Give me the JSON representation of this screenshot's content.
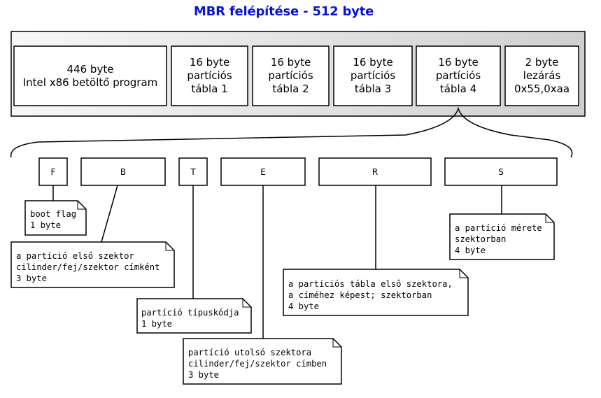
{
  "title": "MBR felépítése - 512 byte",
  "segments": [
    {
      "id": "boot",
      "text": "446 byte\nIntel x86 betöltő program"
    },
    {
      "id": "pt1",
      "text": "16 byte\npartíciós\ntábla 1"
    },
    {
      "id": "pt2",
      "text": "16 byte\npartíciós\ntábla 2"
    },
    {
      "id": "pt3",
      "text": "16 byte\npartíciós\ntábla 3"
    },
    {
      "id": "pt4",
      "text": "16 byte\npartíciós\ntábla 4"
    },
    {
      "id": "sig",
      "text": "2 byte\nlezárás\n0x55,0xaa"
    }
  ],
  "fields": [
    {
      "id": "f",
      "label": "F"
    },
    {
      "id": "b",
      "label": "B"
    },
    {
      "id": "t",
      "label": "T"
    },
    {
      "id": "e",
      "label": "E"
    },
    {
      "id": "r",
      "label": "R"
    },
    {
      "id": "s",
      "label": "S"
    }
  ],
  "notes": [
    {
      "field": "f",
      "text": "boot flag\n1 byte"
    },
    {
      "field": "b",
      "text": "a partíció első szektor\ncilinder/fej/szektor címként\n3 byte"
    },
    {
      "field": "t",
      "text": "partíció típuskódja\n1 byte"
    },
    {
      "field": "e",
      "text": "partíció utolsó szektora\ncilinder/fej/szektor címben\n3 byte"
    },
    {
      "field": "r",
      "text": "a partíciós tábla első szektora,\na címéhez képest; szektorban\n4 byte"
    },
    {
      "field": "s",
      "text": "a partíció mérete\nszektorban\n4 byte"
    }
  ],
  "colors": {
    "title": "#0a14d6",
    "container_fill_light": "#f7f7f7",
    "container_fill_dark": "#cfcfcf",
    "box_fill": "#ffffff",
    "stroke": "#000000"
  }
}
